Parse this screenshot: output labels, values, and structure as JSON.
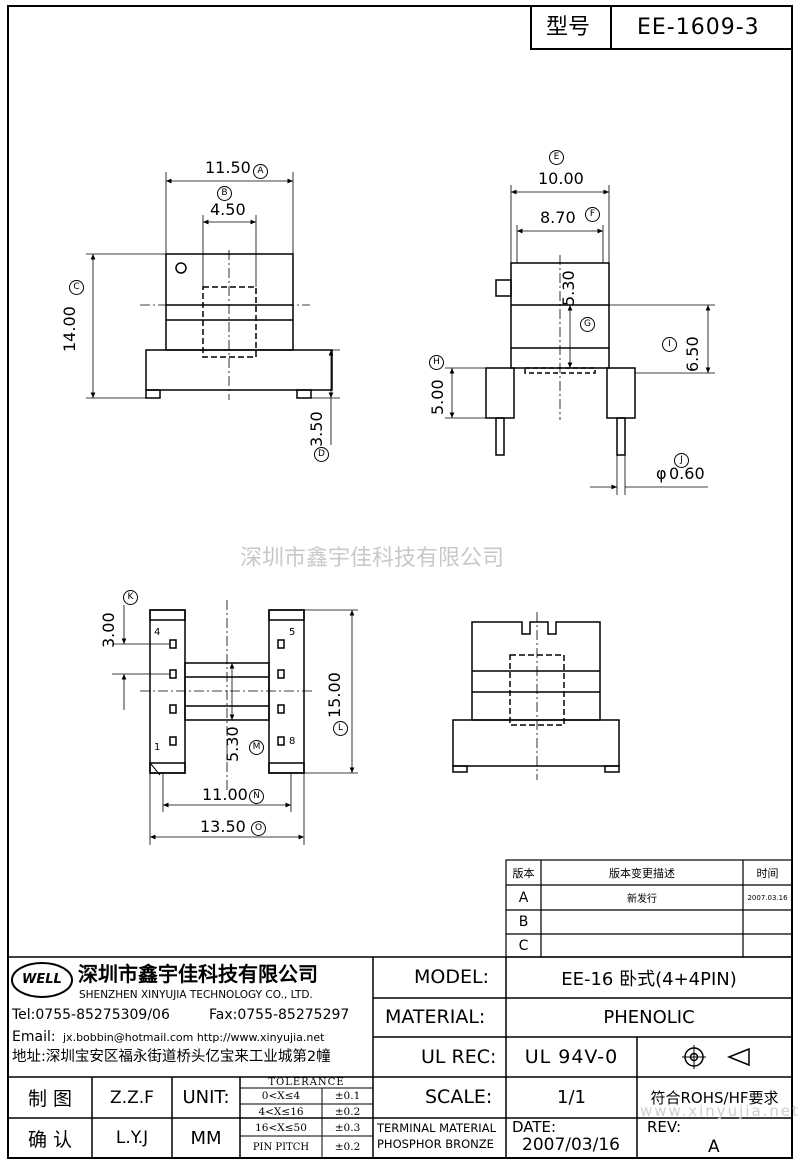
{
  "header": {
    "model_label": "型号",
    "model_value": "EE-1609-3"
  },
  "watermark": "深圳市鑫宇佳科技有限公司",
  "watermark_url": "www.xinyujia.net",
  "dimensions": {
    "A": "11.50",
    "B": "4.50",
    "C": "14.00",
    "D": "3.50",
    "E": "10.00",
    "F": "8.70",
    "G": "5.30",
    "H": "5.00",
    "I": "6.50",
    "J": "0.60",
    "K": "3.00",
    "L": "15.00",
    "M": "5.30",
    "N": "11.00",
    "O": "13.50"
  },
  "dimension_letters": [
    "A",
    "B",
    "C",
    "D",
    "E",
    "F",
    "G",
    "H",
    "I",
    "J",
    "K",
    "L",
    "M",
    "N",
    "O"
  ],
  "pin_labels": [
    "4",
    "5",
    "1",
    "8"
  ],
  "phi": "φ",
  "revision_table": {
    "headers": [
      "版本",
      "版本变更描述",
      "时间"
    ],
    "rows": [
      {
        "rev": "A",
        "desc": "新发行",
        "date": "2007.03.16"
      },
      {
        "rev": "B",
        "desc": "",
        "date": ""
      },
      {
        "rev": "C",
        "desc": "",
        "date": ""
      }
    ]
  },
  "company": {
    "logo_text": "WELL",
    "name_cn": "深圳市鑫宇佳科技有限公司",
    "name_en": "SHENZHEN XINYUJIA TECHNOLOGY CO., LTD.",
    "tel": "Tel:0755-85275309/06",
    "fax": "Fax:0755-85275297",
    "email_label": "Email:",
    "email": "jx.bobbin@hotmail.com http://www.xinyujia.net",
    "address": "地址:深圳宝安区福永街道桥头亿宝来工业城第2幢"
  },
  "title_block": {
    "model_label": "MODEL:",
    "model_value": "EE-16 卧式(4+4PIN)",
    "material_label": "MATERIAL:",
    "material_value": "PHENOLIC",
    "ulrec_label": "UL REC:",
    "ulrec_value": "UL 94V-0",
    "scale_label": "SCALE:",
    "scale_value": "1/1",
    "rohs": "符合ROHS/HF要求",
    "terminal_material": "TERMINAL MATERIAL",
    "phosphor_bronze": "PHOSPHOR BRONZE",
    "date_label": "DATE:",
    "date_value": "2007/03/16",
    "rev_label": "REV:",
    "rev_value": "A"
  },
  "signoff": {
    "drawn_label": "制 图",
    "drawn_value": "Z.Z.F",
    "checked_label": "确 认",
    "checked_value": "L.Y.J",
    "unit_label": "UNIT:",
    "unit_value": "MM"
  },
  "tolerance": {
    "title": "TOLERANCE",
    "rows": [
      {
        "range": "0<X≤4",
        "value": "±0.1"
      },
      {
        "range": "4<X≤16",
        "value": "±0.2"
      },
      {
        "range": "16<X≤50",
        "value": "±0.3"
      },
      {
        "range": "PIN PITCH",
        "value": "±0.2"
      }
    ]
  }
}
